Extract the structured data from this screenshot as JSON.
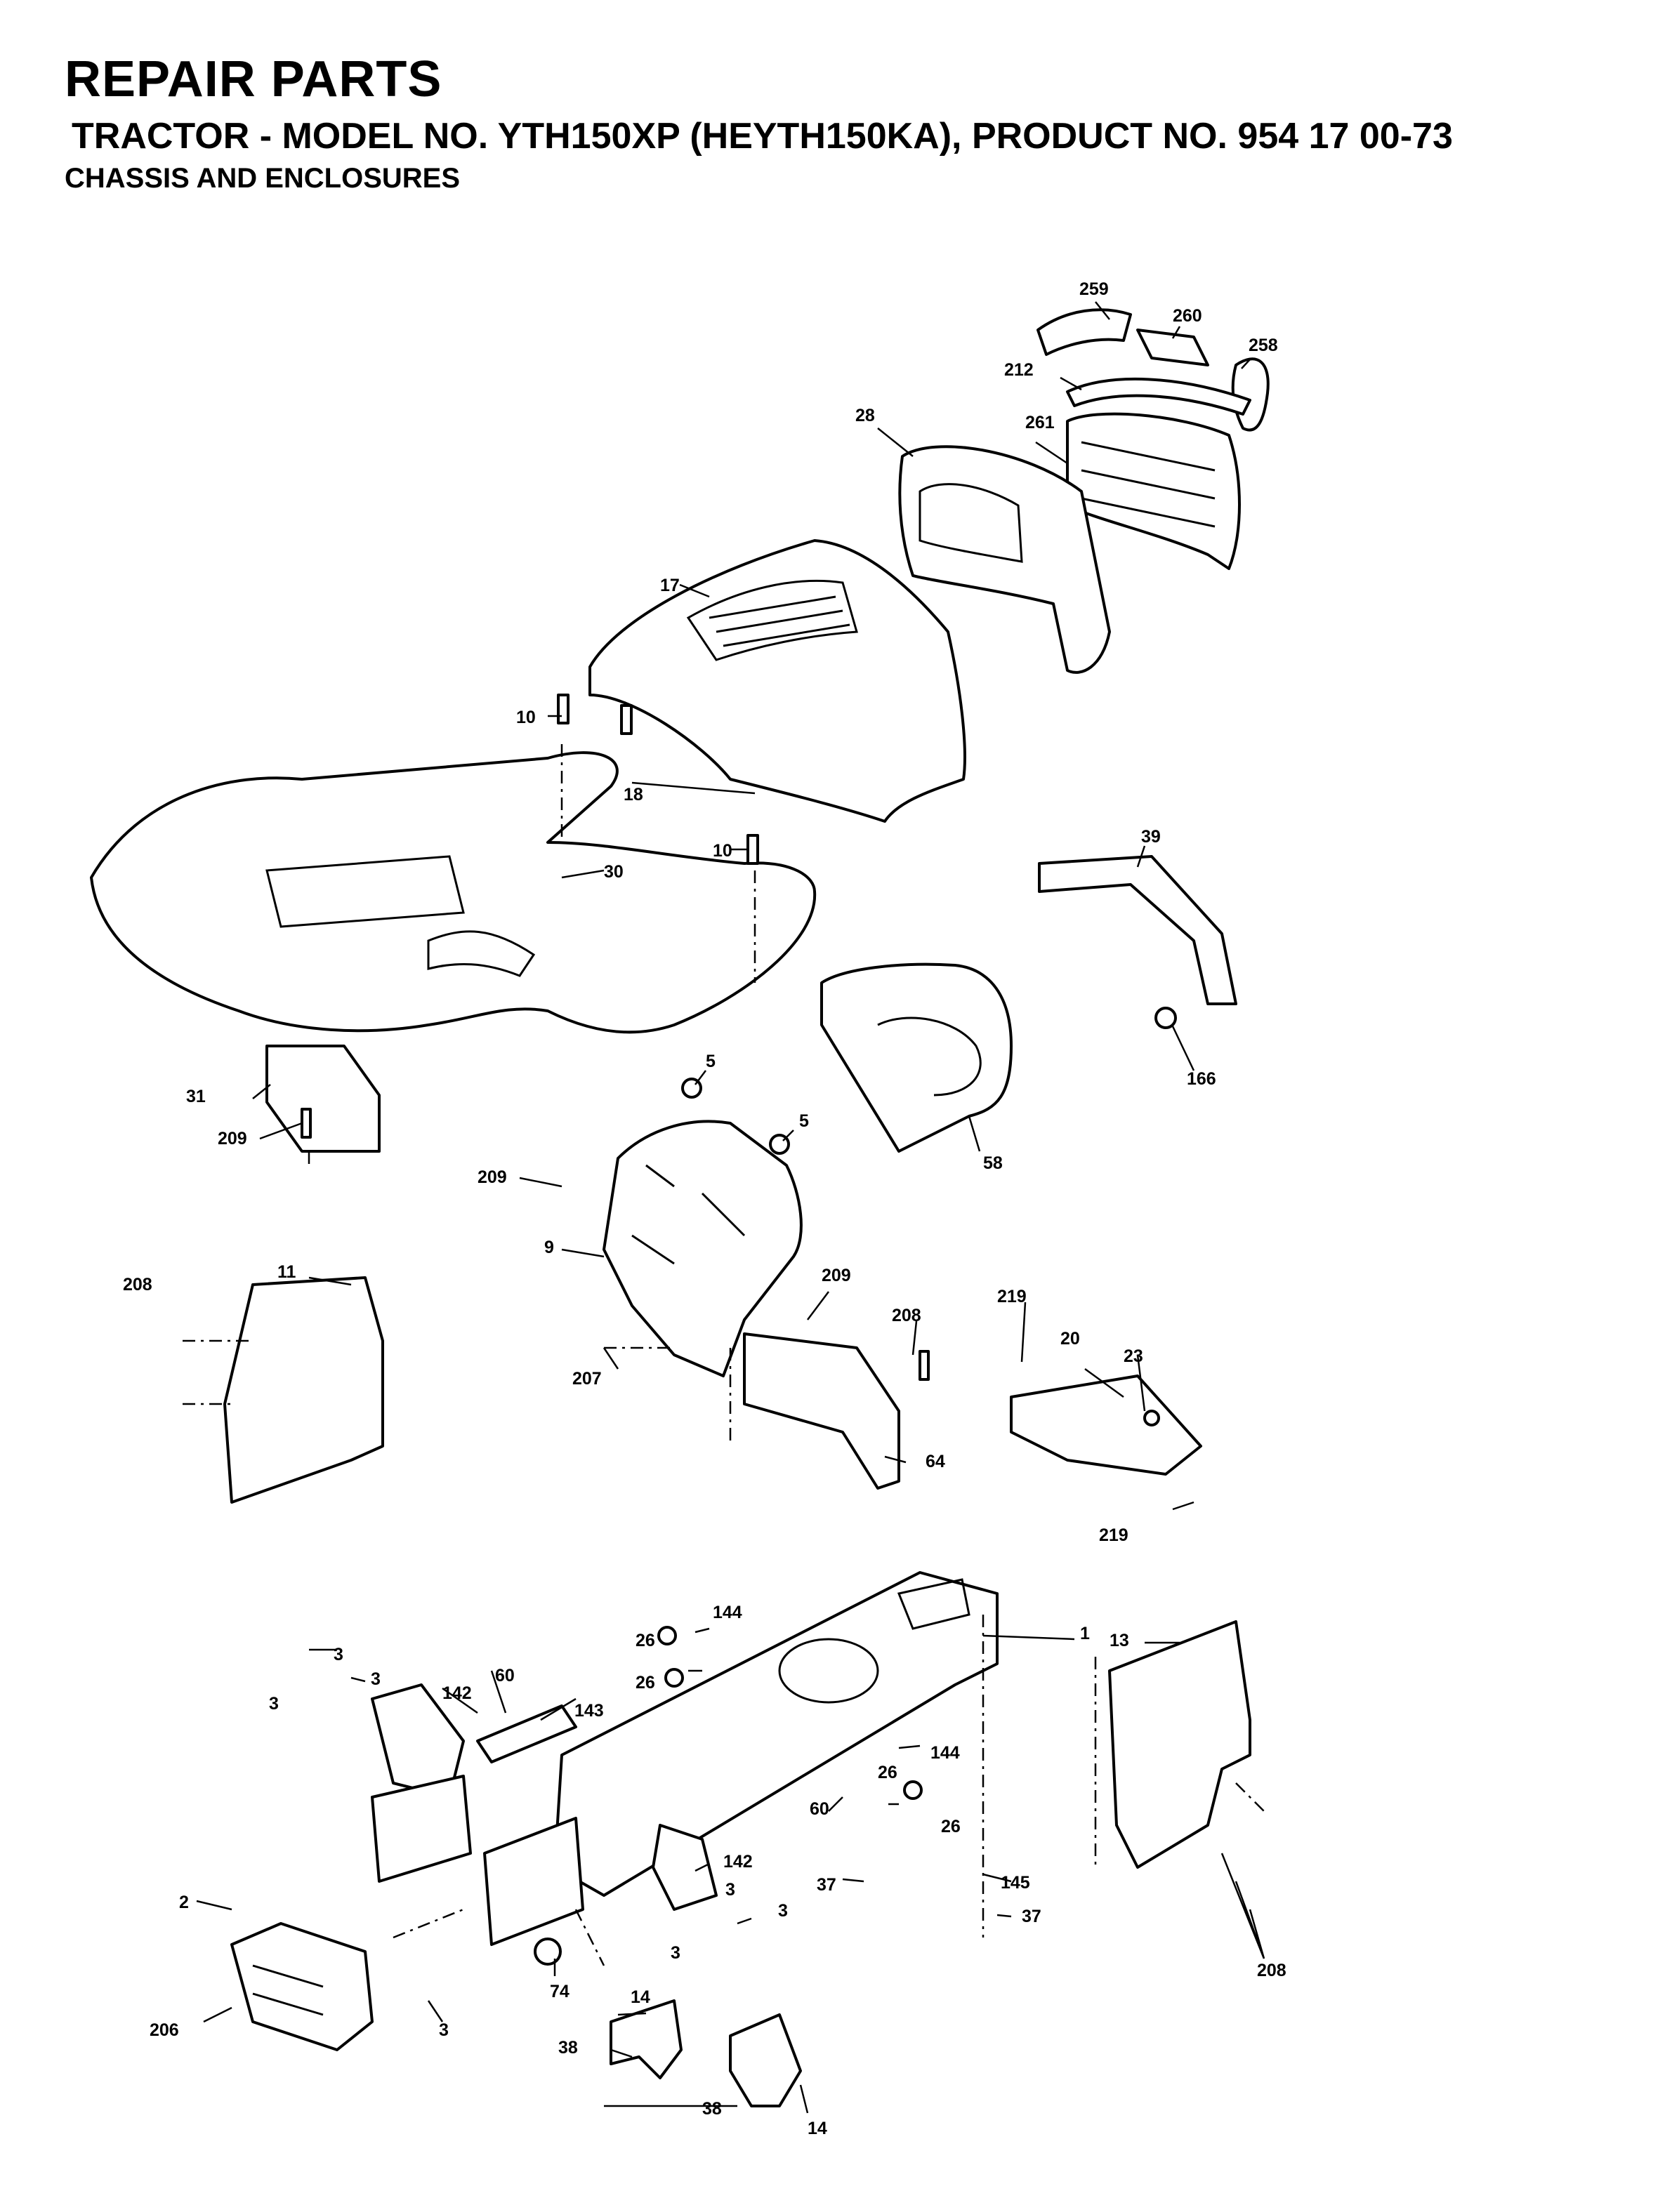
{
  "header": {
    "title": "REPAIR PARTS",
    "subtitle": "TRACTOR - MODEL NO. YTH150XP (HEYTH150KA), PRODUCT NO. 954 17 00-73",
    "section": "CHASSIS AND ENCLOSURES"
  },
  "callouts": [
    "259",
    "260",
    "258",
    "212",
    "261",
    "28",
    "17",
    "10",
    "18",
    "10",
    "30",
    "39",
    "166",
    "58",
    "5",
    "5",
    "31",
    "209",
    "209",
    "9",
    "209",
    "208",
    "11",
    "207",
    "208",
    "64",
    "219",
    "20",
    "23",
    "219",
    "1",
    "144",
    "26",
    "26",
    "3",
    "3",
    "3",
    "142",
    "60",
    "143",
    "144",
    "60",
    "26",
    "26",
    "13",
    "37",
    "145",
    "37",
    "142",
    "3",
    "3",
    "3",
    "2",
    "74",
    "206",
    "3",
    "14",
    "38",
    "38",
    "14",
    "208"
  ]
}
